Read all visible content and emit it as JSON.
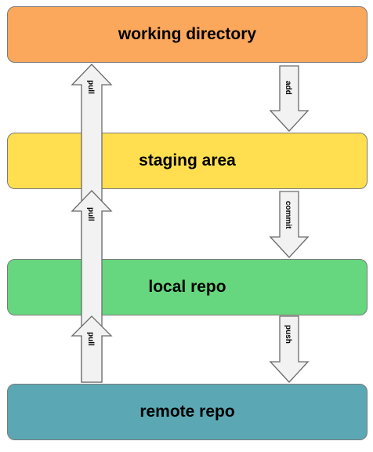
{
  "boxes": {
    "working_directory": {
      "label": "working directory",
      "color": "#FBA85C"
    },
    "staging_area": {
      "label": "staging area",
      "color": "#FFDF50"
    },
    "local_repo": {
      "label": "local repo",
      "color": "#66D77E"
    },
    "remote_repo": {
      "label": "remote repo",
      "color": "#5BA8B4"
    }
  },
  "arrows": {
    "add": "add",
    "commit": "commit",
    "push": "push",
    "pull_top": "pull",
    "pull_middle": "pull",
    "pull_bottom": "pull"
  }
}
